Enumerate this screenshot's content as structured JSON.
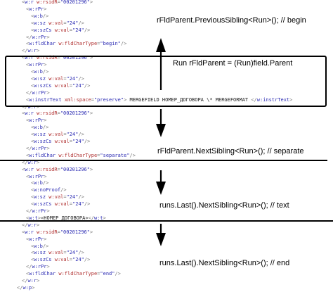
{
  "colors": {
    "punct": "#7a7a7a",
    "tag": "#2b2bb3",
    "attr": "#b03030",
    "value": "#2b2bb3",
    "text": "#202020",
    "line": "#000000"
  },
  "xml_lines": [
    [
      [
        "<",
        "p"
      ],
      [
        "w:r",
        "t"
      ],
      [
        " ",
        "p"
      ],
      [
        "w:rsidR",
        "a"
      ],
      [
        "=",
        "p"
      ],
      [
        "\"00201296\"",
        "v"
      ],
      [
        ">",
        "p"
      ]
    ],
    [
      [
        "<",
        "p"
      ],
      [
        "w:rPr",
        "t"
      ],
      [
        ">",
        "p"
      ]
    ],
    [
      [
        "<",
        "p"
      ],
      [
        "w:b",
        "t"
      ],
      [
        "/>",
        "p"
      ]
    ],
    [
      [
        "<",
        "p"
      ],
      [
        "w:sz",
        "t"
      ],
      [
        " ",
        "p"
      ],
      [
        "w:val",
        "a"
      ],
      [
        "=",
        "p"
      ],
      [
        "\"24\"",
        "v"
      ],
      [
        "/>",
        "p"
      ]
    ],
    [
      [
        "<",
        "p"
      ],
      [
        "w:szCs",
        "t"
      ],
      [
        " ",
        "p"
      ],
      [
        "w:val",
        "a"
      ],
      [
        "=",
        "p"
      ],
      [
        "\"24\"",
        "v"
      ],
      [
        "/>",
        "p"
      ]
    ],
    [
      [
        "</",
        "p"
      ],
      [
        "w:rPr",
        "t"
      ],
      [
        ">",
        "p"
      ]
    ],
    [
      [
        "<",
        "p"
      ],
      [
        "w:fldChar",
        "t"
      ],
      [
        " ",
        "p"
      ],
      [
        "w:fldCharType",
        "a"
      ],
      [
        "=",
        "p"
      ],
      [
        "\"begin\"",
        "v"
      ],
      [
        "/>",
        "p"
      ]
    ],
    [
      [
        "</",
        "p"
      ],
      [
        "w:r",
        "t"
      ],
      [
        ">",
        "p"
      ]
    ],
    [
      [
        "<",
        "p"
      ],
      [
        "w:r",
        "t"
      ],
      [
        " ",
        "p"
      ],
      [
        "w:rsidR",
        "a"
      ],
      [
        "=",
        "p"
      ],
      [
        "\"00201296\"",
        "v"
      ],
      [
        ">",
        "p"
      ]
    ],
    [
      [
        "<",
        "p"
      ],
      [
        "w:rPr",
        "t"
      ],
      [
        ">",
        "p"
      ]
    ],
    [
      [
        "<",
        "p"
      ],
      [
        "w:b",
        "t"
      ],
      [
        "/>",
        "p"
      ]
    ],
    [
      [
        "<",
        "p"
      ],
      [
        "w:sz",
        "t"
      ],
      [
        " ",
        "p"
      ],
      [
        "w:val",
        "a"
      ],
      [
        "=",
        "p"
      ],
      [
        "\"24\"",
        "v"
      ],
      [
        "/>",
        "p"
      ]
    ],
    [
      [
        "<",
        "p"
      ],
      [
        "w:szCs",
        "t"
      ],
      [
        " ",
        "p"
      ],
      [
        "w:val",
        "a"
      ],
      [
        "=",
        "p"
      ],
      [
        "\"24\"",
        "v"
      ],
      [
        "/>",
        "p"
      ]
    ],
    [
      [
        "</",
        "p"
      ],
      [
        "w:rPr",
        "t"
      ],
      [
        ">",
        "p"
      ]
    ],
    [
      [
        "<",
        "p"
      ],
      [
        "w:instrText",
        "t"
      ],
      [
        " ",
        "p"
      ],
      [
        "xml:space",
        "a"
      ],
      [
        "=",
        "p"
      ],
      [
        "\"preserve\"",
        "v"
      ],
      [
        ">",
        "p"
      ],
      [
        " MERGEFIELD НОМЕР_ДОГОВОРА \\* MERGEFORMAT ",
        "x"
      ],
      [
        "</",
        "p"
      ],
      [
        "w:instrText",
        "t"
      ],
      [
        ">",
        "p"
      ]
    ],
    [
      [
        "</",
        "p"
      ],
      [
        "w:r",
        "t"
      ],
      [
        ">",
        "p"
      ]
    ],
    [
      [
        "<",
        "p"
      ],
      [
        "w:r",
        "t"
      ],
      [
        " ",
        "p"
      ],
      [
        "w:rsidR",
        "a"
      ],
      [
        "=",
        "p"
      ],
      [
        "\"00201296\"",
        "v"
      ],
      [
        ">",
        "p"
      ]
    ],
    [
      [
        "<",
        "p"
      ],
      [
        "w:rPr",
        "t"
      ],
      [
        ">",
        "p"
      ]
    ],
    [
      [
        "<",
        "p"
      ],
      [
        "w:b",
        "t"
      ],
      [
        "/>",
        "p"
      ]
    ],
    [
      [
        "<",
        "p"
      ],
      [
        "w:sz",
        "t"
      ],
      [
        " ",
        "p"
      ],
      [
        "w:val",
        "a"
      ],
      [
        "=",
        "p"
      ],
      [
        "\"24\"",
        "v"
      ],
      [
        "/>",
        "p"
      ]
    ],
    [
      [
        "<",
        "p"
      ],
      [
        "w:szCs",
        "t"
      ],
      [
        " ",
        "p"
      ],
      [
        "w:val",
        "a"
      ],
      [
        "=",
        "p"
      ],
      [
        "\"24\"",
        "v"
      ],
      [
        "/>",
        "p"
      ]
    ],
    [
      [
        "</",
        "p"
      ],
      [
        "w:rPr",
        "t"
      ],
      [
        ">",
        "p"
      ]
    ],
    [
      [
        "<",
        "p"
      ],
      [
        "w:fldChar",
        "t"
      ],
      [
        " ",
        "p"
      ],
      [
        "w:fldCharType",
        "a"
      ],
      [
        "=",
        "p"
      ],
      [
        "\"separate\"",
        "v"
      ],
      [
        "/>",
        "p"
      ]
    ],
    [
      [
        "</",
        "p"
      ],
      [
        "w:r",
        "t"
      ],
      [
        ">",
        "p"
      ]
    ],
    [
      [
        "<",
        "p"
      ],
      [
        "w:r",
        "t"
      ],
      [
        " ",
        "p"
      ],
      [
        "w:rsidR",
        "a"
      ],
      [
        "=",
        "p"
      ],
      [
        "\"00201296\"",
        "v"
      ],
      [
        ">",
        "p"
      ]
    ],
    [
      [
        "<",
        "p"
      ],
      [
        "w:rPr",
        "t"
      ],
      [
        ">",
        "p"
      ]
    ],
    [
      [
        "<",
        "p"
      ],
      [
        "w:b",
        "t"
      ],
      [
        "/>",
        "p"
      ]
    ],
    [
      [
        "<",
        "p"
      ],
      [
        "w:noProof",
        "t"
      ],
      [
        "/>",
        "p"
      ]
    ],
    [
      [
        "<",
        "p"
      ],
      [
        "w:sz",
        "t"
      ],
      [
        " ",
        "p"
      ],
      [
        "w:val",
        "a"
      ],
      [
        "=",
        "p"
      ],
      [
        "\"24\"",
        "v"
      ],
      [
        "/>",
        "p"
      ]
    ],
    [
      [
        "<",
        "p"
      ],
      [
        "w:szCs",
        "t"
      ],
      [
        " ",
        "p"
      ],
      [
        "w:val",
        "a"
      ],
      [
        "=",
        "p"
      ],
      [
        "\"24\"",
        "v"
      ],
      [
        "/>",
        "p"
      ]
    ],
    [
      [
        "</",
        "p"
      ],
      [
        "w:rPr",
        "t"
      ],
      [
        ">",
        "p"
      ]
    ],
    [
      [
        "<",
        "p"
      ],
      [
        "w:t",
        "t"
      ],
      [
        ">",
        "p"
      ],
      [
        "«НОМЕР_ДОГОВОРА»",
        "x"
      ],
      [
        "</",
        "p"
      ],
      [
        "w:t",
        "t"
      ],
      [
        ">",
        "p"
      ]
    ],
    [
      [
        "</",
        "p"
      ],
      [
        "w:r",
        "t"
      ],
      [
        ">",
        "p"
      ]
    ],
    [
      [
        "<",
        "p"
      ],
      [
        "w:r",
        "t"
      ],
      [
        " ",
        "p"
      ],
      [
        "w:rsidR",
        "a"
      ],
      [
        "=",
        "p"
      ],
      [
        "\"00201296\"",
        "v"
      ],
      [
        ">",
        "p"
      ]
    ],
    [
      [
        "<",
        "p"
      ],
      [
        "w:rPr",
        "t"
      ],
      [
        ">",
        "p"
      ]
    ],
    [
      [
        "<",
        "p"
      ],
      [
        "w:b",
        "t"
      ],
      [
        "/>",
        "p"
      ]
    ],
    [
      [
        "<",
        "p"
      ],
      [
        "w:sz",
        "t"
      ],
      [
        " ",
        "p"
      ],
      [
        "w:val",
        "a"
      ],
      [
        "=",
        "p"
      ],
      [
        "\"24\"",
        "v"
      ],
      [
        "/>",
        "p"
      ]
    ],
    [
      [
        "<",
        "p"
      ],
      [
        "w:szCs",
        "t"
      ],
      [
        " ",
        "p"
      ],
      [
        "w:val",
        "a"
      ],
      [
        "=",
        "p"
      ],
      [
        "\"24\"",
        "v"
      ],
      [
        "/>",
        "p"
      ]
    ],
    [
      [
        "</",
        "p"
      ],
      [
        "w:rPr",
        "t"
      ],
      [
        ">",
        "p"
      ]
    ],
    [
      [
        "<",
        "p"
      ],
      [
        "w:fldChar",
        "t"
      ],
      [
        " ",
        "p"
      ],
      [
        "w:fldCharType",
        "a"
      ],
      [
        "=",
        "p"
      ],
      [
        "\"end\"",
        "v"
      ],
      [
        "/>",
        "p"
      ]
    ],
    [
      [
        "</",
        "p"
      ],
      [
        "w:r",
        "t"
      ],
      [
        ">",
        "p"
      ]
    ],
    [
      [
        "</",
        "p"
      ],
      [
        "w:p",
        "t"
      ],
      [
        ">",
        "p"
      ]
    ]
  ],
  "labels": {
    "previous_sibling": "rFldParent.PreviousSibling<Run>(); // begin",
    "field_parent": "Run rFldParent = (Run)field.Parent",
    "next_sibling": "rFldParent.NextSibling<Run>(); // separate",
    "text_run": "runs.Last().NextSibling<Run>(); // text",
    "end_run": "runs.Last().NextSibling<Run>(); // end"
  }
}
